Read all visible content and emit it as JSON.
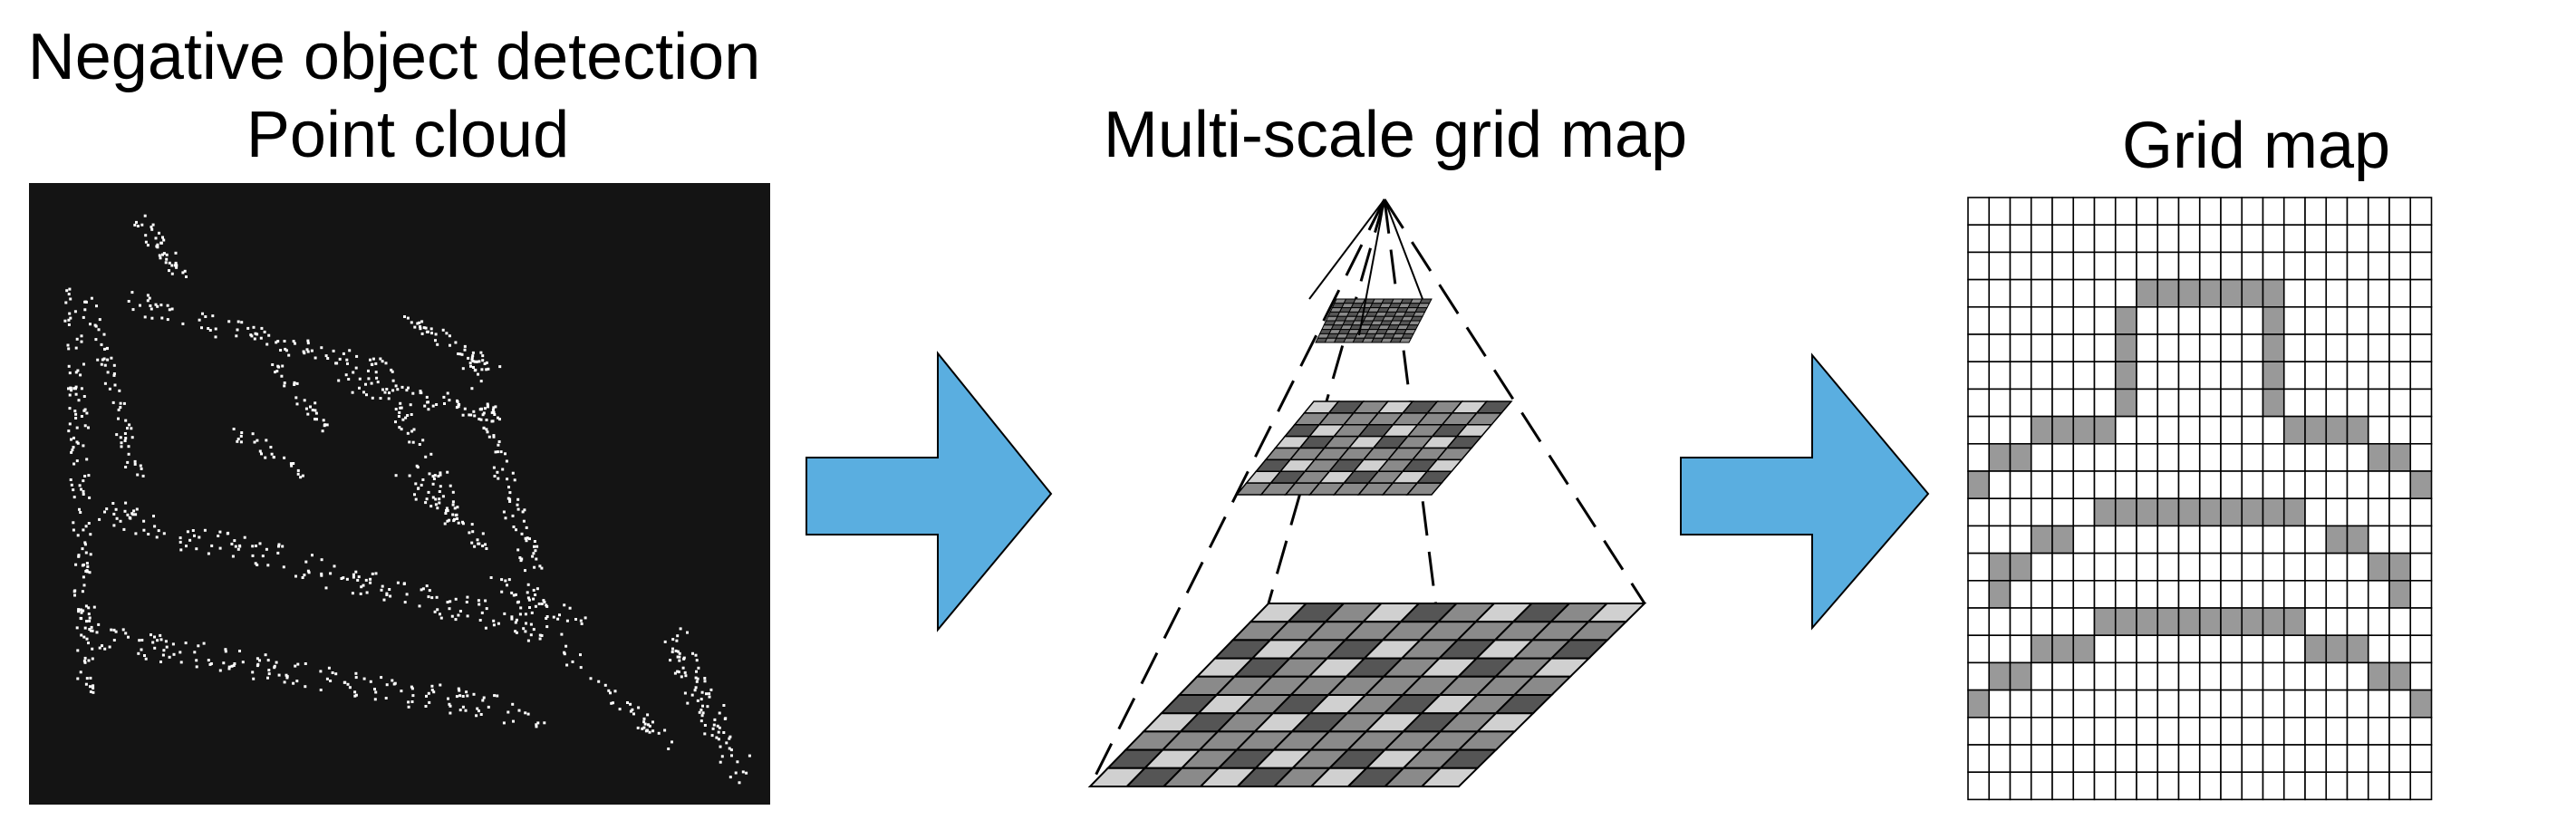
{
  "panels": {
    "point_cloud": {
      "title_line1": "Negative object detection",
      "title_line2": "Point cloud"
    },
    "multiscale": {
      "title": "Multi-scale grid map"
    },
    "grid_map": {
      "title": "Grid map"
    }
  },
  "colors": {
    "arrow_fill": "#5aaee0",
    "arrow_stroke": "#000000",
    "cloud_background": "#141414",
    "cloud_points": "#ffffff",
    "cell_filled": "#999999",
    "cell_empty": "#ffffff",
    "cell_dark": "#555555",
    "cell_mid": "#8a8a8a",
    "cell_light": "#d0d0d0"
  },
  "icons": {
    "arrow_1": "right-arrow-icon",
    "arrow_2": "right-arrow-icon"
  }
}
